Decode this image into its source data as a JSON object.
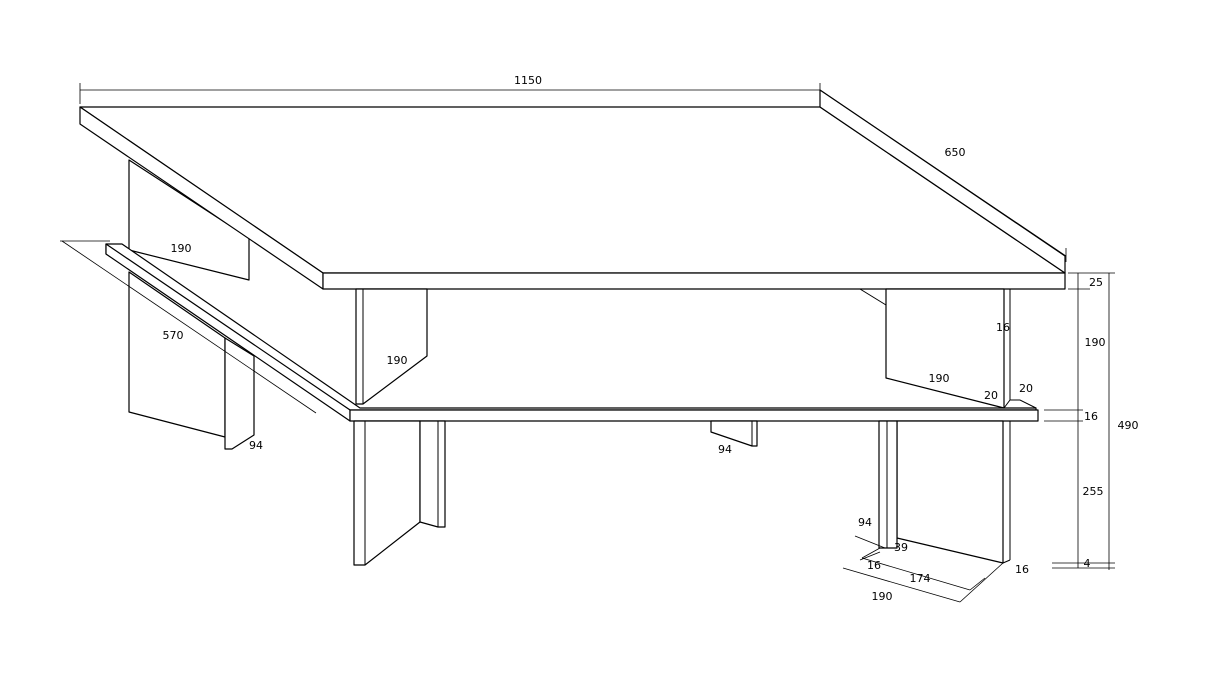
{
  "drawing": {
    "stroke_color": "#000000",
    "background": "#ffffff",
    "dimensions": {
      "top_length": "1150",
      "top_depth": "650",
      "top_thickness": "25",
      "upper_leg_height": "190",
      "shelf_thickness": "16",
      "total_height": "490",
      "lower_leg_height": "255",
      "foot_gap": "4",
      "back_leg_width": "190",
      "shelf_depth": "570",
      "back_foot_width": "94",
      "front_left_upper_leg": "190",
      "upper_leg_thickness": "16",
      "front_right_upper_leg": "190",
      "notch_a": "20",
      "notch_b": "20",
      "middle_leg_width": "94",
      "foot_leg_width": "94",
      "foot_offset": "39",
      "foot_thickness_a": "16",
      "foot_inner": "174",
      "foot_thickness_b": "16",
      "foot_total": "190"
    }
  }
}
